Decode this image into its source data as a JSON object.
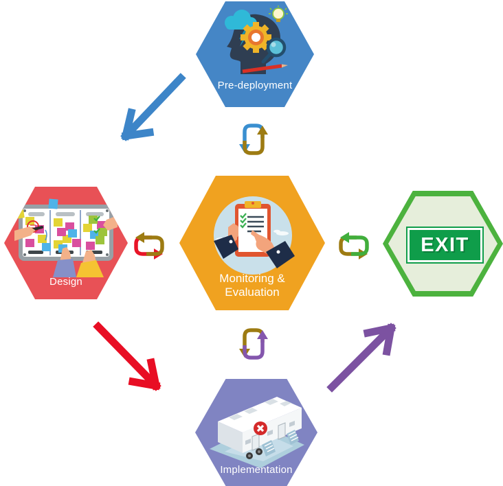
{
  "nodes": {
    "pre_deployment": {
      "label": "Pre-deployment",
      "color": "#4586c6",
      "icon": "thinking-head-icon"
    },
    "design": {
      "label": "Design",
      "color": "#e85156",
      "icon": "design-board-icon"
    },
    "monitoring_evaluation": {
      "label_line1": "Monitoring &",
      "label_line2": "Evaluation",
      "color": "#f0a220",
      "icon": "clipboard-checklist-icon"
    },
    "implementation": {
      "label": "Implementation",
      "color": "#8084c2",
      "icon": "mobile-unit-icon"
    },
    "exit": {
      "label": "EXIT",
      "border_color": "#4cb23e",
      "fill_color": "#e6eedb",
      "sign_color": "#0f9d4a"
    }
  },
  "cycle_connectors": {
    "pre_monitoring": {
      "down_color": "#3a8fd0",
      "up_color": "#9d7b12"
    },
    "design_monitoring": {
      "forward_color": "#e81528",
      "back_color": "#9d7b12"
    },
    "monitoring_exit": {
      "forward_color": "#9d7b12",
      "back_color": "#41ae3c"
    },
    "implementation_monitoring": {
      "down_color": "#9d7b12",
      "up_color": "#8456ad"
    }
  },
  "flow_arrows": {
    "pre_to_design": {
      "color": "#3d85c8",
      "direction": "down-left"
    },
    "design_to_implementation": {
      "color": "#e80e24",
      "direction": "down-right"
    },
    "implementation_to_exit": {
      "color": "#7c52a1",
      "direction": "up-right"
    }
  }
}
